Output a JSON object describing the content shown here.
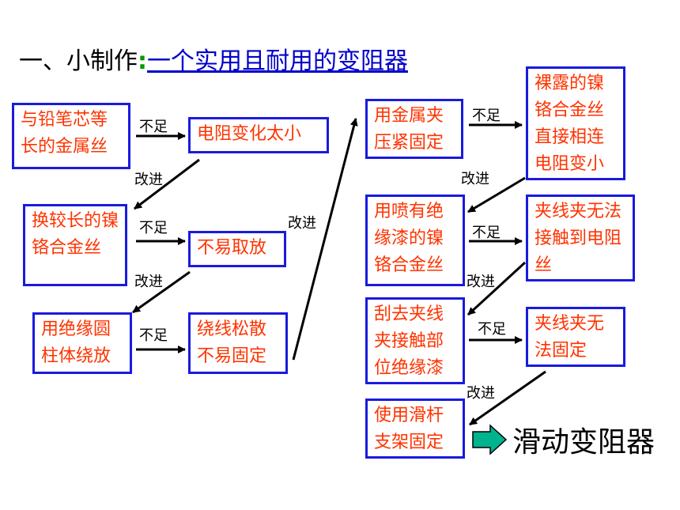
{
  "title": {
    "prefix": "一、小制作",
    "colon": ":",
    "subject": "一个实用且耐用的变阻器"
  },
  "boxes": {
    "b1": "与铅笔芯等长的金属丝",
    "b2": "电阻变化太小",
    "b3": "换较长的镍铬合金丝",
    "b4": "不易取放",
    "b5": "用绝缘圆柱体绕放",
    "b6": "绕线松散不易固定",
    "b7": "用金属夹压紧固定",
    "b8": "裸露的镍铬合金丝直接相连电阻变小",
    "b9": "用喷有绝缘漆的镍铬合金丝",
    "b10": "夹线夹无法接触到电阻丝",
    "b11": "刮去夹线夹接触部位绝缘漆",
    "b12": "夹线夹无法固定",
    "b13": "使用滑杆支架固定"
  },
  "labels": {
    "l1": "不足",
    "l2": "改进",
    "l3": "不足",
    "l4": "改进",
    "l5": "不足",
    "l6": "改进",
    "l7": "不足",
    "l8": "改进",
    "l9": "不足",
    "l10": "改进",
    "l11": "不足",
    "l12": "改进"
  },
  "result": "滑动变阻器",
  "colors": {
    "box_border": "#1a1adf",
    "box_text": "#ff3300",
    "result_arrow": "#00b38f"
  }
}
